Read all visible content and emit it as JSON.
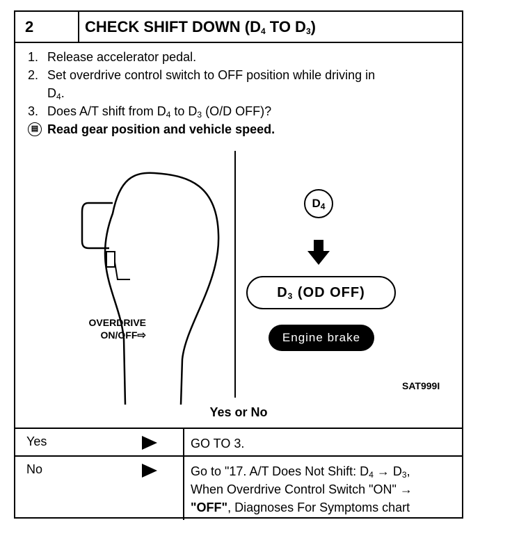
{
  "header": {
    "number": "2",
    "title_prefix": "CHECK SHIFT DOWN (D",
    "title_sub1": "4",
    "title_mid": " TO D",
    "title_sub2": "3",
    "title_suffix": ")"
  },
  "steps": [
    {
      "num": "1.",
      "text": "Release accelerator pedal."
    },
    {
      "num": "2.",
      "text_a": "Set overdrive control switch to OFF position while driving in",
      "text_b": "D",
      "sub": "4",
      "text_c": "."
    },
    {
      "num": "3.",
      "text_a": "Does A/T shift from D",
      "sub1": "4",
      "text_b": " to D",
      "sub2": "3",
      "text_c": " (O/D OFF)?"
    }
  ],
  "read_note": "Read gear position and vehicle speed.",
  "figure": {
    "switch_label_line1": "OVERDRIVE",
    "switch_label_line2": "ON/OFF",
    "d4_label": "D",
    "d4_sub": "4",
    "d3_label": "D",
    "d3_sub": "3",
    "d3_text": " (OD OFF)",
    "engine_brake": "Engine brake",
    "figure_id": "SAT999I"
  },
  "question": "Yes or No",
  "rows": [
    {
      "label": "Yes",
      "result": "GO TO 3."
    },
    {
      "label": "No",
      "result_line1a": "Go to \"17. A/T Does Not Shift: D",
      "result_line1_sub1": "4",
      "result_line1b": " → D",
      "result_line1_sub2": "3",
      "result_line1c": ",",
      "result_line2": "When Overdrive Control Switch \"ON\" →",
      "result_line3a": "\"OFF\"",
      "result_line3b": ", Diagnoses For Symptoms chart"
    }
  ]
}
